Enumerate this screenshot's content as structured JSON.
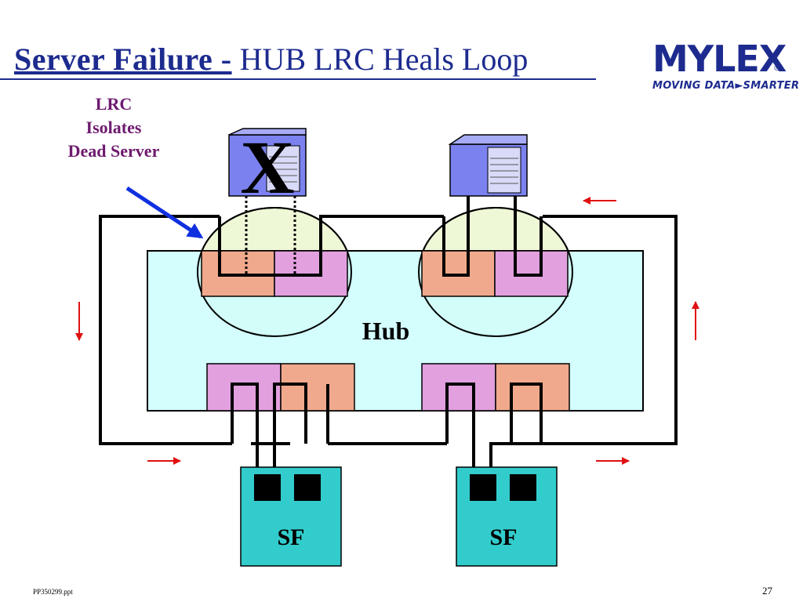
{
  "title": {
    "bold": "Server Failure -",
    "rest": " HUB LRC Heals Loop"
  },
  "logo": {
    "word": "MYLEX",
    "tagline": "MOVING DATA►SMARTER",
    "registered": "®"
  },
  "callout": {
    "lines": [
      "LRC",
      "Isolates",
      "Dead Server"
    ]
  },
  "diagram": {
    "hub_label": "Hub",
    "failed_mark": "X",
    "storage_labels": [
      "SF",
      "SF"
    ]
  },
  "footer": {
    "file": "PP350299.ppt",
    "page": "27"
  },
  "colors": {
    "title": "#1d2b8f",
    "callout": "#6e1a6e",
    "hub_fill": "#ccfefe",
    "port_salmon": "#f0a98c",
    "port_violet": "#e2a0de",
    "lrc_oval": "#eef8d6",
    "server": "#7b82f0",
    "storage": "#33cccc",
    "arrow_blue": "#1030e0",
    "flow_arrow_red": "#e01010"
  }
}
